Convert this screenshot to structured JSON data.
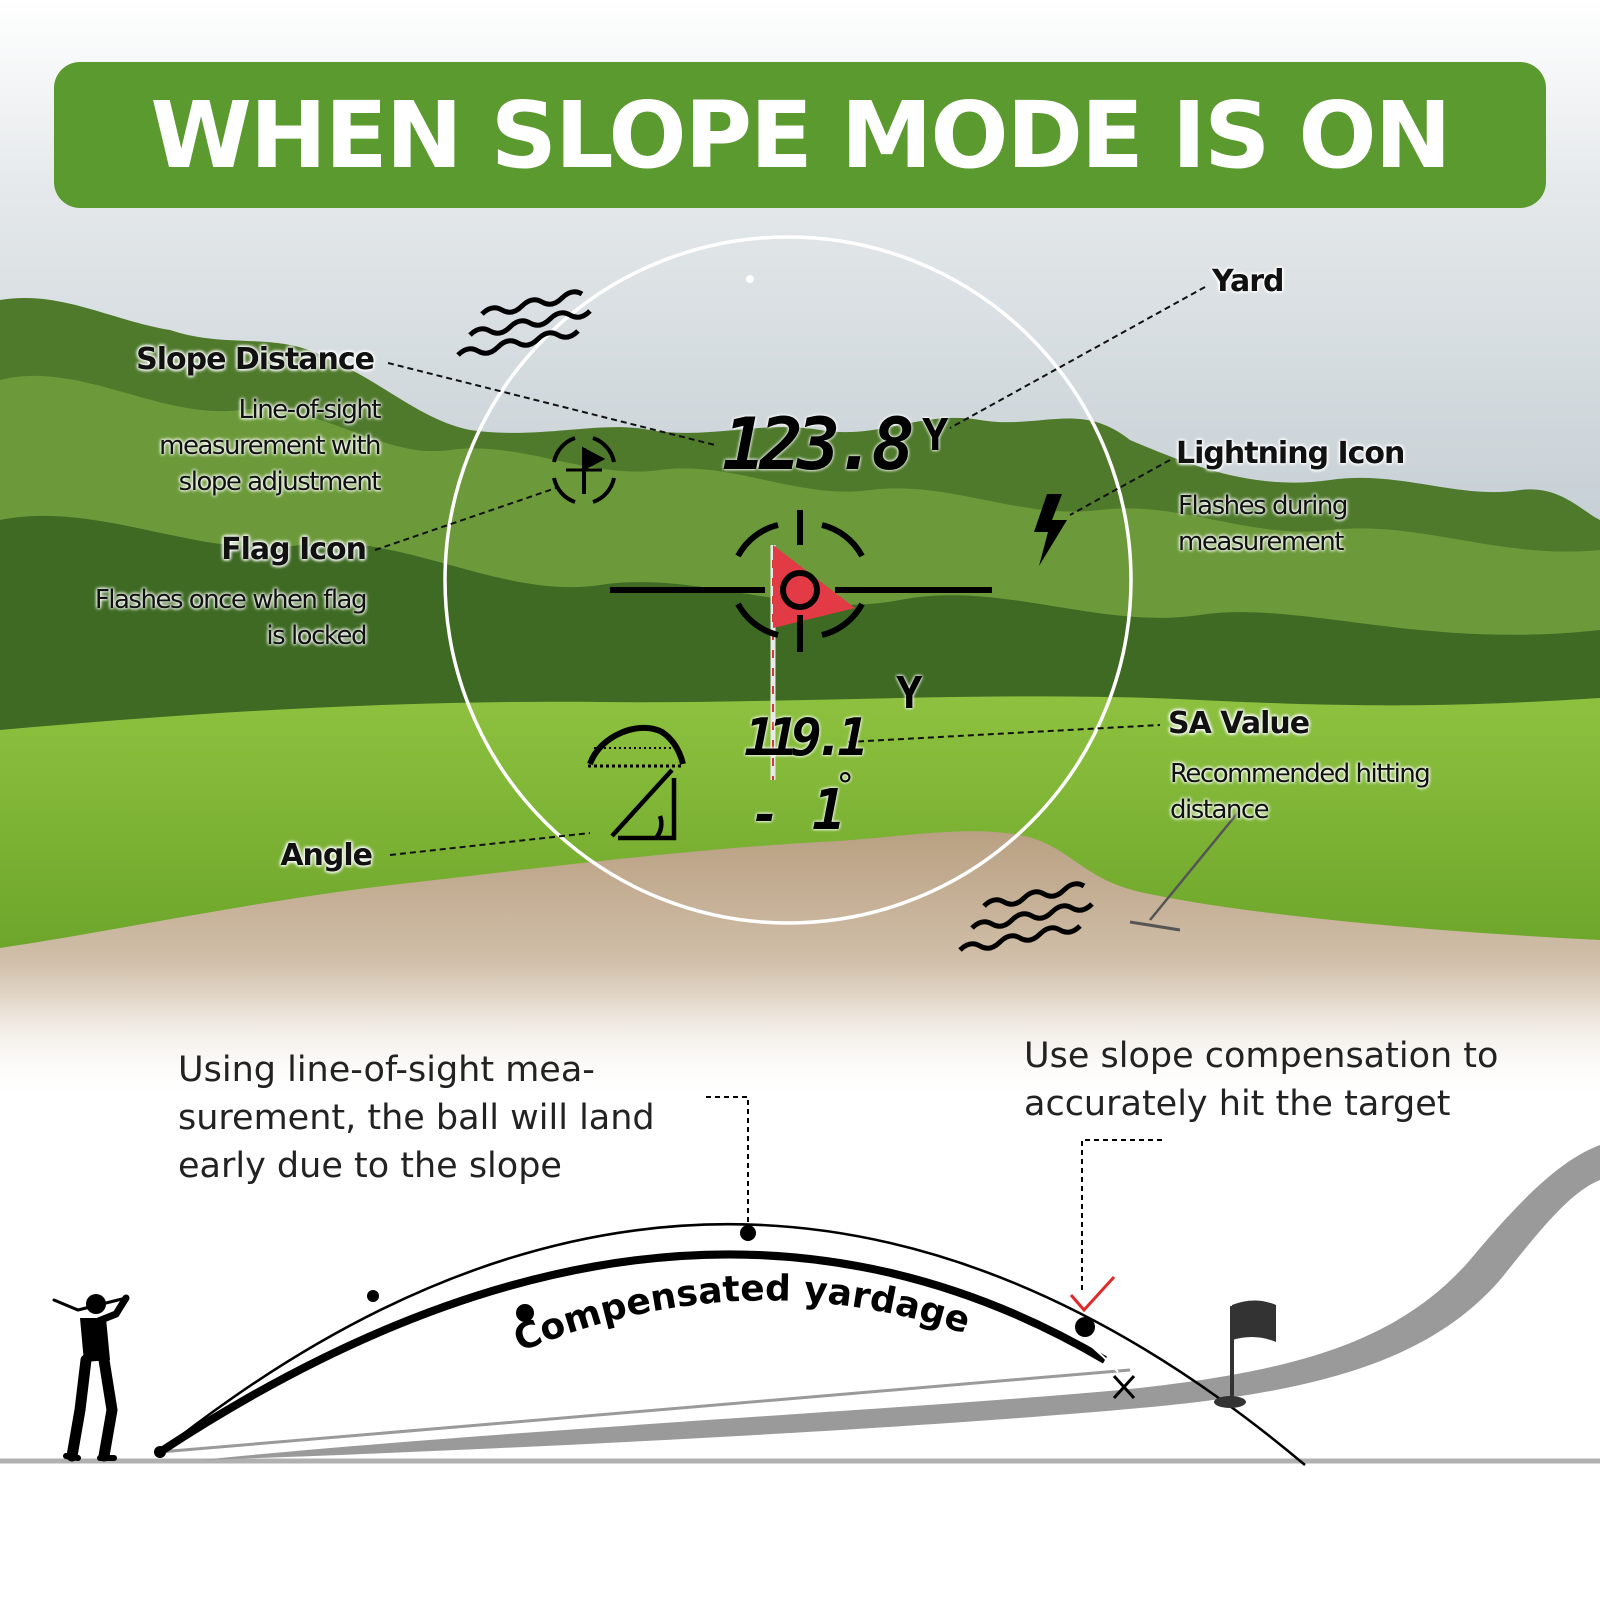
{
  "banner": {
    "title": "WHEN SLOPE MODE IS ON"
  },
  "display": {
    "slope_distance_reading": "123.8",
    "yard_unit_top": "Y",
    "yard_unit_bottom": "Y",
    "sa_value_reading": "119.1",
    "angle_sign": "-",
    "angle_reading": "1",
    "angle_degree_symbol": "°"
  },
  "labels": {
    "slope_distance": {
      "title": "Slope Distance",
      "description": "Line-of-sight measurement with slope adjustment"
    },
    "flag_icon": {
      "title": "Flag Icon",
      "description": "Flashes once when flag is locked"
    },
    "angle": {
      "title": "Angle"
    },
    "yard": {
      "title": "Yard"
    },
    "lightning_icon": {
      "title": "Lightning Icon",
      "description": "Flashes during measurement"
    },
    "sa_value": {
      "title": "SA Value",
      "description": "Recommended hitting distance"
    }
  },
  "trajectory": {
    "line_of_sight_note": "Using  line-of-sight mea-surement, the ball will land early due to the slope",
    "compensation_note": "Use slope compensation to accurately hit the target",
    "curve_label": "Compensated yardage"
  },
  "icons": [
    "flag-lock-icon",
    "lightning-icon",
    "crosshair-icon",
    "slope-dome-icon",
    "angle-icon",
    "golfer-icon",
    "golf-flag-icon",
    "checkmark-icon",
    "cross-mark-icon",
    "vibration-icon"
  ],
  "colors": {
    "banner_green": "#5b9a2e",
    "pennant_red": "#e23b45",
    "check_red": "#e02a2a",
    "slope_grey": "#9a9a9a"
  }
}
